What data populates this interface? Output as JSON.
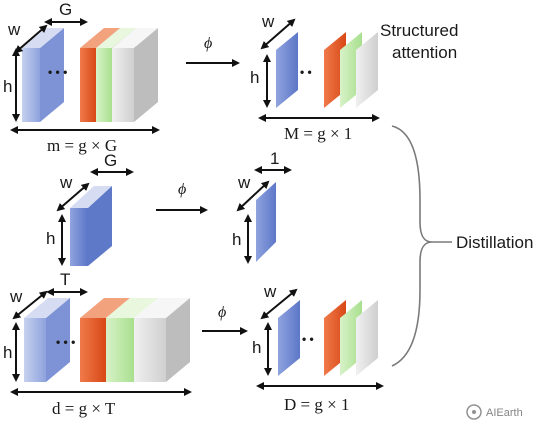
{
  "diagram": {
    "top_left": {
      "dim_w": "w",
      "dim_h": "h",
      "dim_top": "G",
      "formula": "m = g × G",
      "dots": "• • •"
    },
    "top_right": {
      "dim_w": "w",
      "dim_h": "h",
      "formula": "M = g × 1",
      "dots": "• •",
      "title_line1": "Structured",
      "title_line2": "attention"
    },
    "middle_left": {
      "dim_w": "w",
      "dim_h": "h",
      "dim_top": "G"
    },
    "middle_right": {
      "dim_w": "w",
      "dim_h": "h",
      "dim_top": "1"
    },
    "bottom_left": {
      "dim_w": "w",
      "dim_h": "h",
      "dim_top": "T",
      "formula": "d = g × T",
      "dots": "• • •"
    },
    "bottom_right": {
      "dim_w": "w",
      "dim_h": "h",
      "formula": "D = g × 1",
      "dots": "• •"
    },
    "arrow_label": "ϕ",
    "distillation_label": "Distillation",
    "watermark": "AIEarth",
    "colors": {
      "blue_face": "#6f86cf",
      "blue_light": "#b7c4e8",
      "orange": "#e8572a",
      "green": "#9fdc8a",
      "gray": "#c9c9c9"
    }
  }
}
